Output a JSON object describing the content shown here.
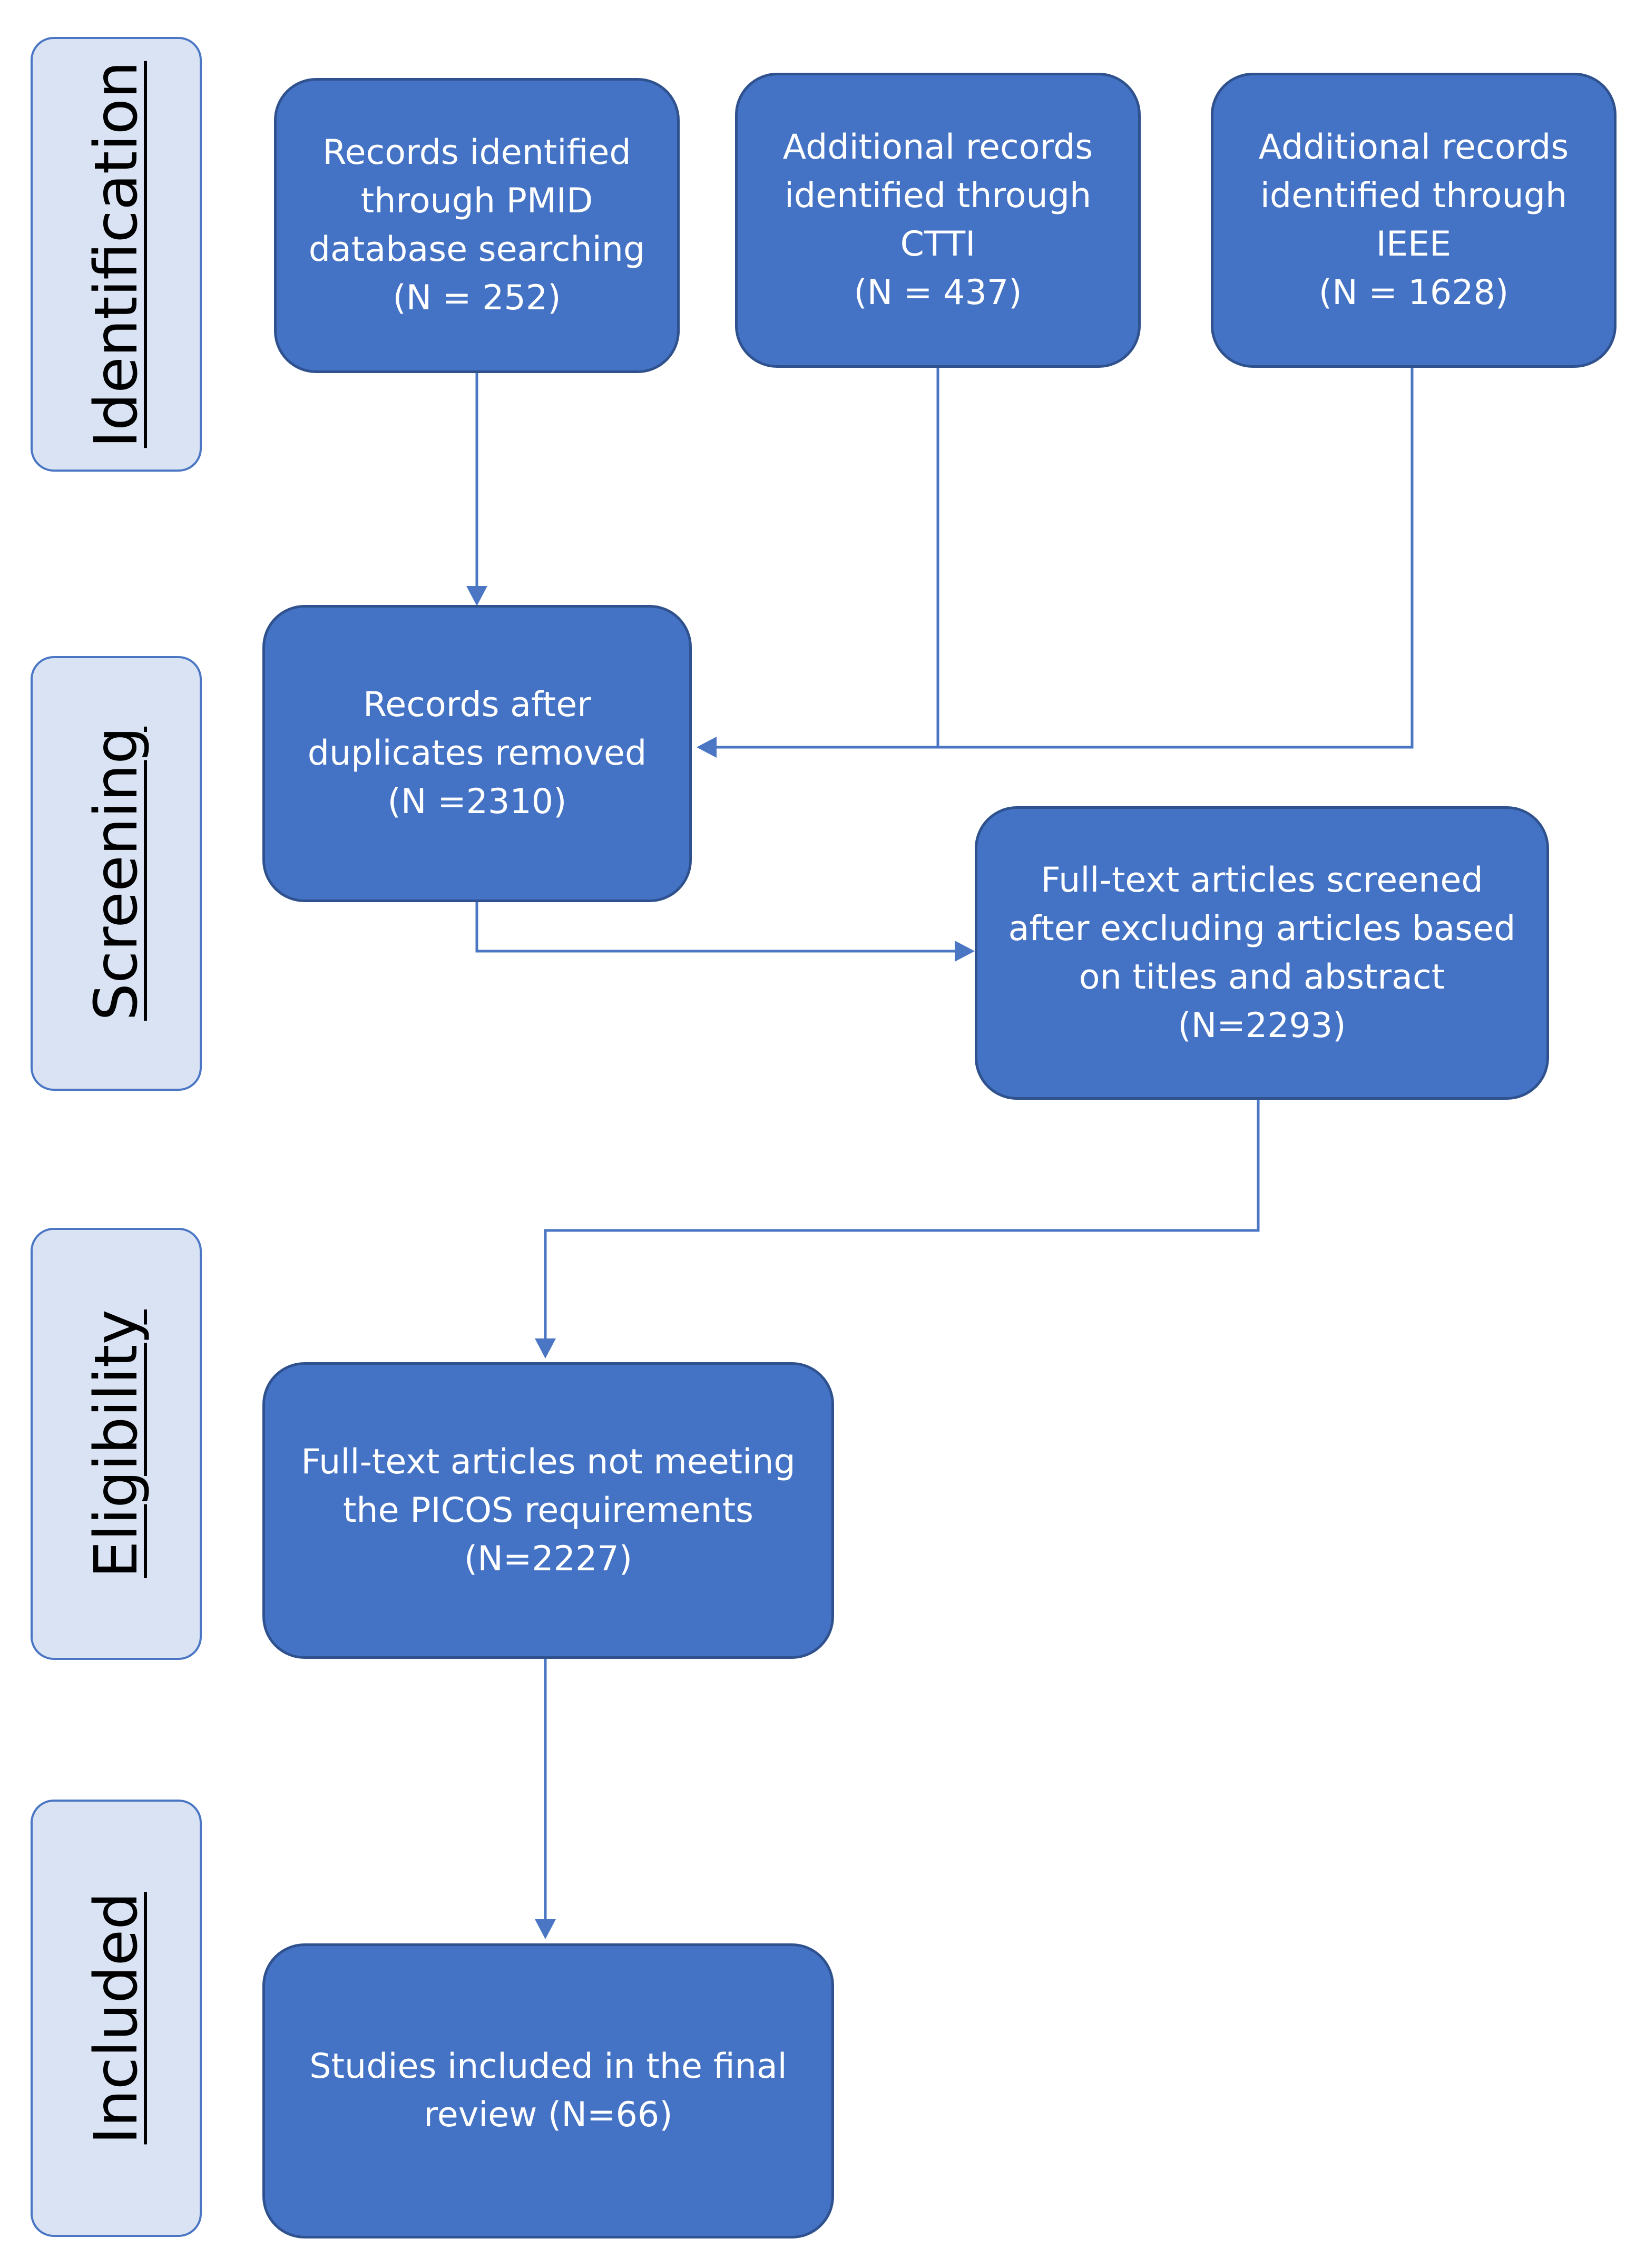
{
  "colors": {
    "box_fill": "#4472c4",
    "box_border": "#2f528f",
    "phase_fill": "#dae3f3",
    "phase_border": "#4a76c4",
    "connector": "#4a76c4"
  },
  "phases": {
    "identification": "Identification",
    "screening": "Screening",
    "eligibility": "Eligibility",
    "included": "Included"
  },
  "boxes": {
    "pmid": {
      "lines": [
        "Records identified",
        "through  PMID",
        "database searching",
        "(N = 252)"
      ]
    },
    "ctti": {
      "lines": [
        "Additional records",
        "identified through",
        "CTTI",
        "(N = 437)"
      ]
    },
    "ieee": {
      "lines": [
        "Additional records",
        "identified through",
        "IEEE",
        "(N = 1628)"
      ]
    },
    "duplicates": {
      "lines": [
        "Records after",
        "duplicates removed",
        "(N =2310)"
      ]
    },
    "screened": {
      "lines": [
        "Full-text articles screened",
        "after excluding articles based",
        "on titles and abstract",
        "(N=2293)"
      ]
    },
    "picos": {
      "lines": [
        "Full-text articles not meeting",
        "the PICOS requirements",
        "(N=2227)"
      ]
    },
    "included": {
      "lines": [
        "Studies included in the final",
        "review (N=66)"
      ]
    }
  }
}
